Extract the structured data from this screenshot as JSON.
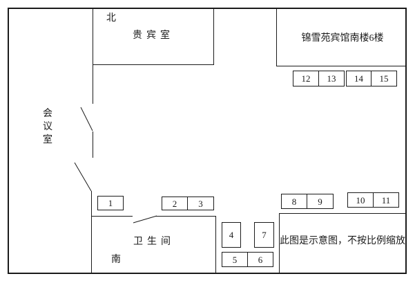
{
  "title": "锦雪苑宾馆南楼6楼",
  "compass": {
    "north": "北",
    "south": "南"
  },
  "rooms": {
    "vip": "贵宾室",
    "meeting": "会议室",
    "restroom": "卫生间"
  },
  "note": "此图是示意图，不按比例缩放",
  "line_color": "#1a1a1a",
  "room_numbers": [
    "1",
    "2",
    "3",
    "4",
    "5",
    "6",
    "7",
    "8",
    "9",
    "10",
    "11",
    "12",
    "13",
    "14",
    "15"
  ]
}
